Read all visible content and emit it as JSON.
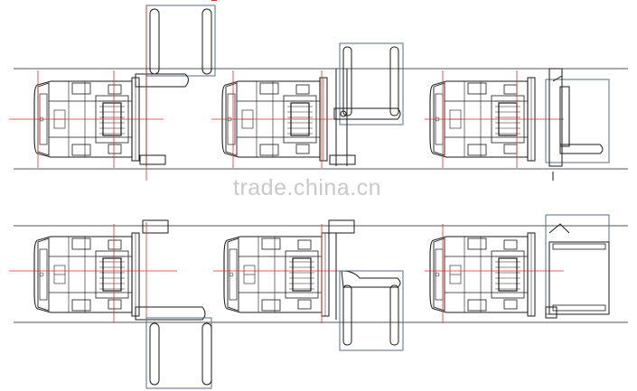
{
  "watermark": {
    "text": "trade.china.cn"
  },
  "colors": {
    "background": "#ffffff",
    "outline": "#1a1a1a",
    "guideline": "#555555",
    "centerline": "#d9302c",
    "fork_frame": "#5a6c86",
    "watermark": "#c9c9c9"
  },
  "drawing": {
    "description_icon": "truck-topview",
    "rows": 2,
    "columns": 3,
    "views": [
      {
        "id": "top-1",
        "fork_mode": "up-out"
      },
      {
        "id": "top-2",
        "fork_mode": "up-mid"
      },
      {
        "id": "top-3",
        "fork_mode": "forward-tilt"
      },
      {
        "id": "bottom-1",
        "fork_mode": "down-out"
      },
      {
        "id": "bottom-2",
        "fork_mode": "down-mid"
      },
      {
        "id": "bottom-3",
        "fork_mode": "forward"
      }
    ]
  }
}
